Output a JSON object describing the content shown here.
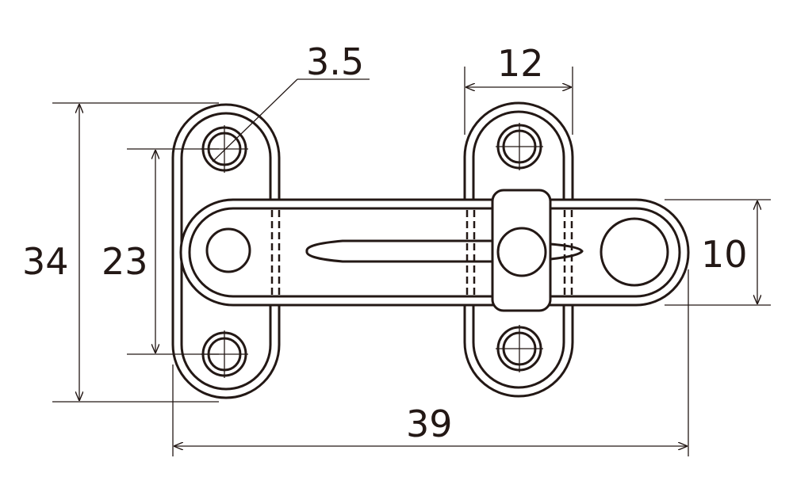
{
  "dimensions": {
    "height_total": "34",
    "hole_spacing": "23",
    "hole_diameter": "3.5",
    "plate_width": "12",
    "bar_width": "10",
    "length_total": "39"
  },
  "colors": {
    "line": "#231815",
    "background": "#ffffff"
  }
}
